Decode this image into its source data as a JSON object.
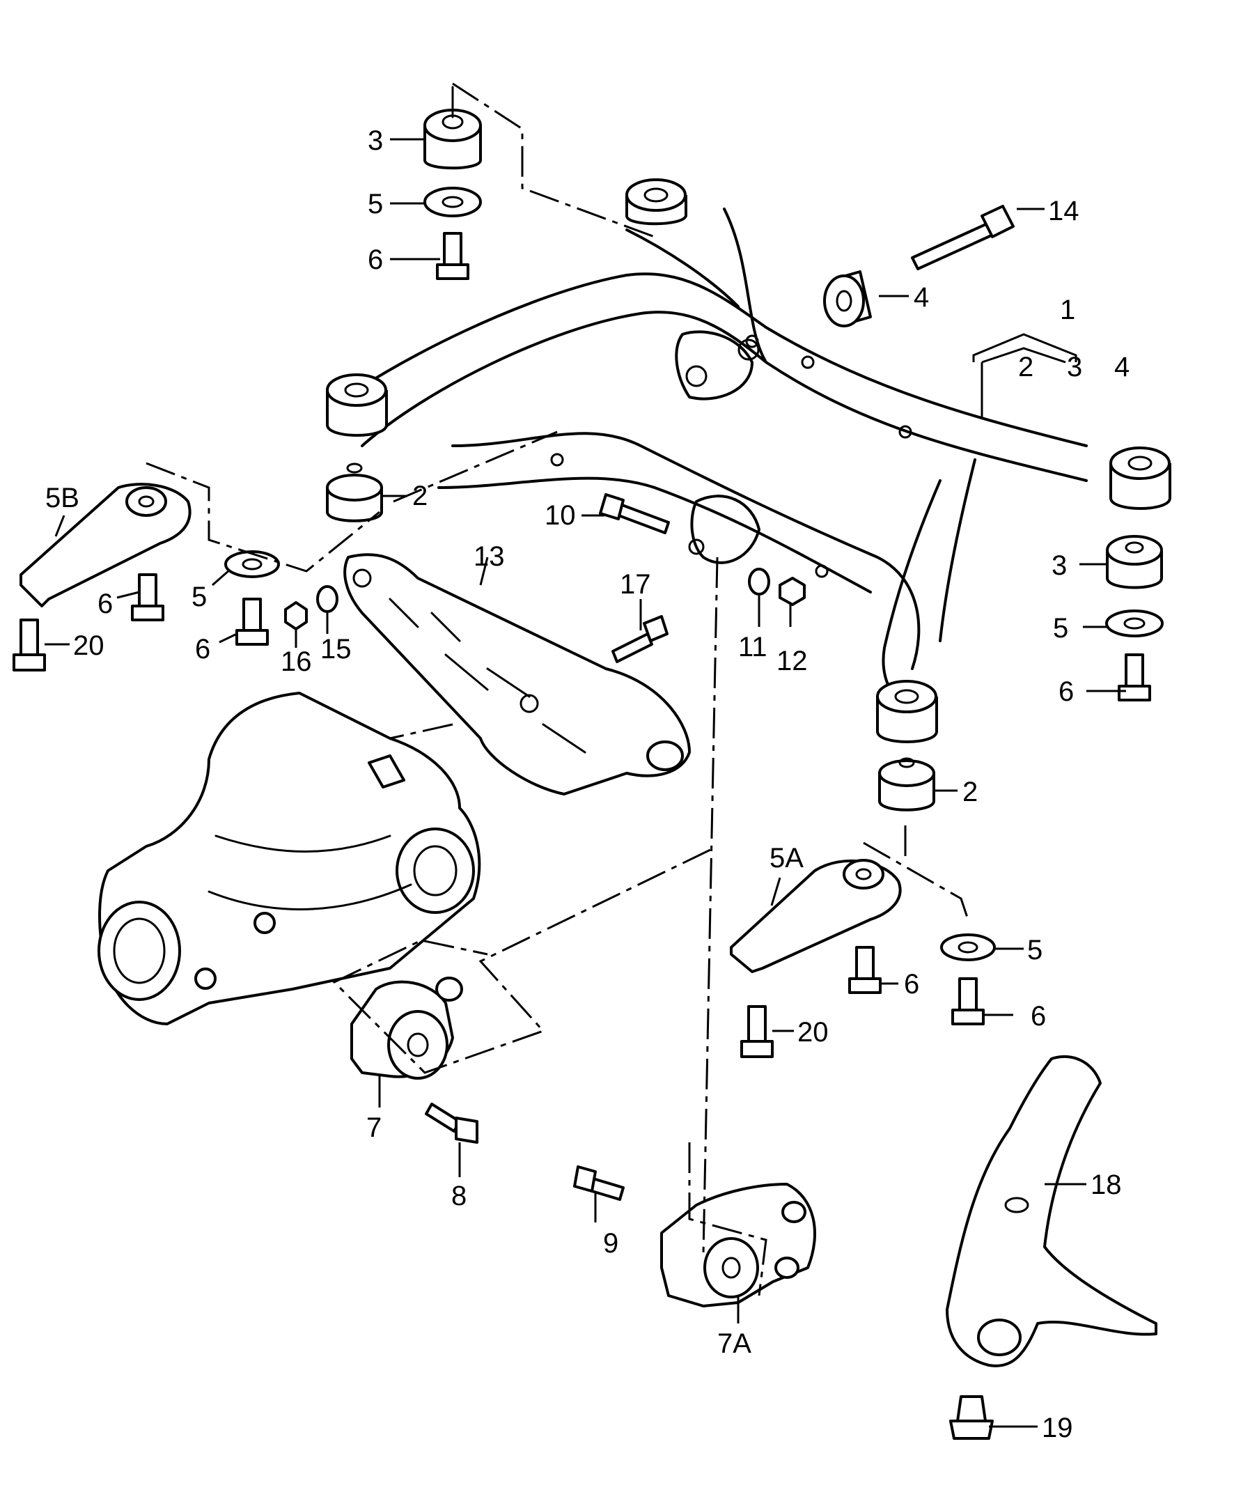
{
  "diagram": {
    "group_label": "1",
    "group_sub_labels": [
      "2",
      "3",
      "4"
    ],
    "callouts": {
      "c3_top": "3",
      "c5_top": "5",
      "c6_top": "6",
      "c14": "14",
      "c4": "4",
      "c2_left": "2",
      "c10": "10",
      "c13": "13",
      "c17": "17",
      "c11": "11",
      "c12": "12",
      "c3_right": "3",
      "c5_right": "5",
      "c6_right": "6",
      "c2_right": "2",
      "c5B": "5B",
      "c6_5b": "6",
      "c20_left": "20",
      "c5_mid": "5",
      "c6_mid": "6",
      "c16": "16",
      "c15": "15",
      "c5A": "5A",
      "c5_low": "5",
      "c6_low_a": "6",
      "c6_low_b": "6",
      "c20_right": "20",
      "c7": "7",
      "c8": "8",
      "c9": "9",
      "c7A": "7A",
      "c18": "18",
      "c19": "19"
    }
  }
}
